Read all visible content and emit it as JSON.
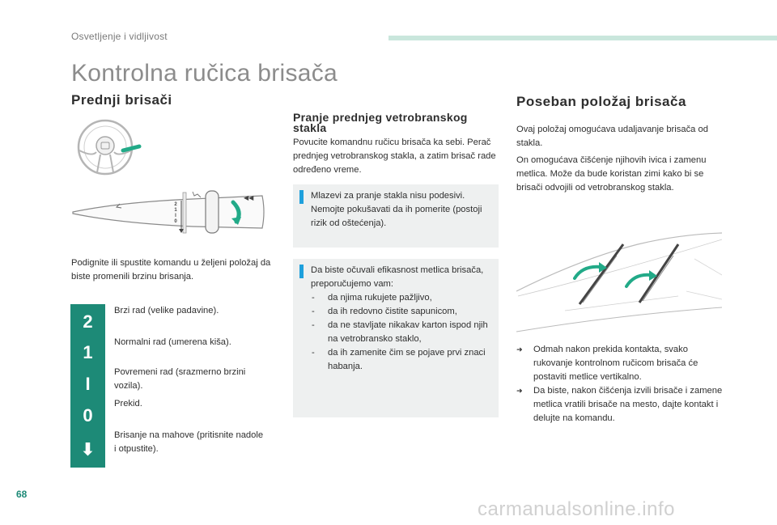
{
  "header": {
    "section": "Osvetljenje i vidljivost"
  },
  "page_title": "Kontrolna ručica brisača",
  "left": {
    "heading": "Prednji brisači",
    "intro": "Podignite ili spustite komandu u željeni položaj da biste promenili brzinu brisanja.",
    "modes": [
      {
        "code": "2",
        "text": "Brzi rad (velike padavine)."
      },
      {
        "code": "1",
        "text": "Normalni rad (umerena kiša)."
      },
      {
        "code": "I",
        "text": "Povremeni rad (srazmerno brzini vozila)."
      },
      {
        "code": "0",
        "text": "Prekid."
      },
      {
        "code": "⬇",
        "text": "Brisanje na mahove (pritisnite nadole i otpustite)."
      }
    ]
  },
  "middle": {
    "heading": "Pranje prednjeg vetrobranskog stakla",
    "text": "Povucite komandnu ručicu brisača ka sebi. Perač prednjeg vetrobranskog stakla, a zatim brisač rade određeno vreme.",
    "note1": "Mlazevi za pranje stakla nisu podesivi. Nemojte pokušavati da ih pomerite (postoji rizik od oštećenja).",
    "note2_intro": "Da biste očuvali efikasnost metlica brisača, preporučujemo vam:",
    "note2_items": [
      "da njima rukujete pažljivo,",
      "da ih redovno čistite sapunicom,",
      "da ne stavljate nikakav karton ispod njih na vetrobransko staklo,",
      "da ih zamenite čim se pojave prvi znaci habanja."
    ]
  },
  "right": {
    "heading": "Poseban položaj brisača",
    "p1": "Ovaj položaj omogućava udaljavanje brisača od stakla.",
    "p2": "On omogućava čišćenje njihovih ivica i zamenu metlica. Može da bude koristan zimi kako bi se brisači odvojili od vetrobranskog stakla.",
    "bullets": [
      "Odmah nakon prekida kontakta, svako rukovanje kontrolnom ručicom brisača će postaviti metlice vertikalno.",
      "Da biste, nakon čišćenja izvili brisače i zamene metlica vratili brisače na mesto, dajte kontakt i delujte na komandu."
    ]
  },
  "stalk_scale": [
    "2",
    "1",
    "I",
    "0"
  ],
  "page_number": "68",
  "watermark": "carmanualsonline.info",
  "colors": {
    "accent": "#1d8a77",
    "note_mark": "#1ea0dc",
    "header_bar": "#c9e6dc",
    "highlight": "#22aa88"
  }
}
